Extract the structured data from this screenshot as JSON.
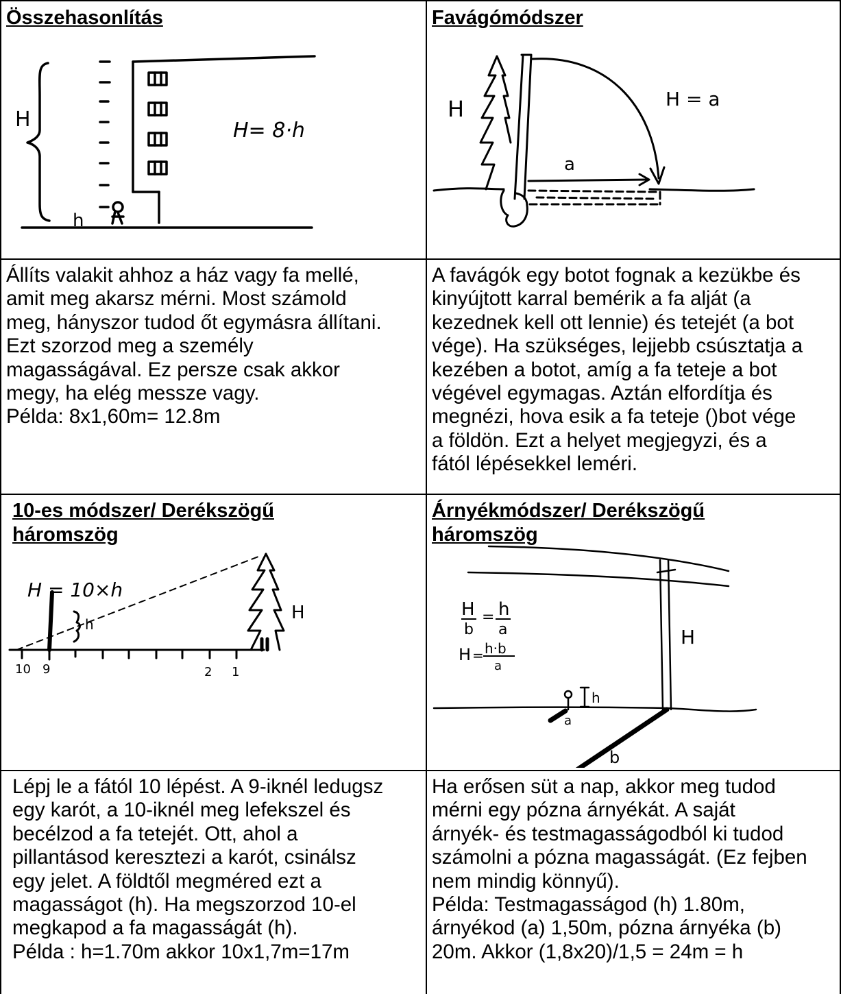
{
  "cells": {
    "comparison": {
      "title": "Összehasonlítás",
      "formula": "H= 8·h",
      "label_H": "H",
      "label_h": "h",
      "text": "Állíts valakit ahhoz a ház vagy fa mellé,\namit meg akarsz mérni. Most számold\nmeg, hányszor tudod őt egymásra állítani.\nEzt szorzod meg a személy\nmagasságával. Ez persze csak akkor\nmegy, ha elég messze vagy.\nPélda: 8x1,60m= 12.8m"
    },
    "woodcutter": {
      "title": "Favágómódszer",
      "formula": "H = a",
      "label_H": "H",
      "label_a": "a",
      "text": "A favágók egy botot fognak a kezükbe és\nkinyújtott karral bemérik a fa alját (a\nkezednek kell ott lennie) és tetejét (a bot\nvége). Ha szükséges, lejjebb csúsztatja a\nkezében a botot, amíg a fa teteje a bot\nvégével egymagas. Aztán elfordítja és\nmegnézi, hova esik a fa teteje ()bot vége\na földön. Ezt a helyet megjegyzi, és a\nfától lépésekkel leméri."
    },
    "ten_method": {
      "title_line1": "10-es módszer/ Derékszögű",
      "title_line2": "háromszög",
      "formula": "H = 10×h",
      "label_H": "H",
      "label_h": "h",
      "tick_10": "10",
      "tick_9": "9",
      "tick_2": "2",
      "tick_1": "1",
      "text": "Lépj le a fától 10 lépést. A 9-iknél ledugsz\negy karót, a 10-iknél meg lefekszel és\nbecélzod a fa tetejét. Ott, ahol a\npillantásod keresztezi a karót, csinálsz\negy jelet. A földtől megméred ezt a\nmagasságot (h). Ha megszorzod 10-el\nmegkapod a fa magasságát (h).\nPélda : h=1.70m akkor 10x1,7m=17m"
    },
    "shadow_method": {
      "title_line1": "Árnyékmódszer/ Derékszögű",
      "title_line2": "háromszög",
      "eq1_H": "H",
      "eq1_b": "b",
      "eq1_h": "h",
      "eq1_a": "a",
      "eq2_H": "H",
      "eq2_num": "h·b",
      "eq2_den": "a",
      "label_H": "H",
      "label_h": "h",
      "label_a": "a",
      "label_b": "b",
      "text": "Ha erősen süt a nap, akkor meg tudod\nmérni egy pózna árnyékát. A saját\nárnyék- és testmagasságodból ki tudod\nszámolni a pózna magasságát. (Ez fejben\nnem mindig könnyű).\nPélda: Testmagasságod (h) 1.80m,\nárnyékod (a) 1,50m, pózna árnyéka (b)\n20m. Akkor (1,8x20)/1,5 = 24m = h"
    }
  }
}
